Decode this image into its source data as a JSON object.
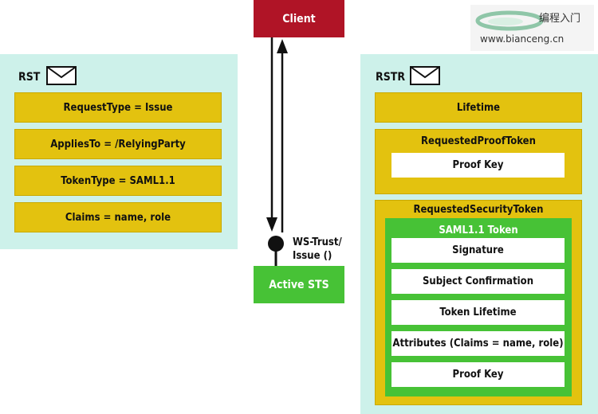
{
  "client": {
    "label": "Client"
  },
  "sts": {
    "label": "Active STS",
    "operation_line1": "WS-Trust/",
    "operation_line2": "Issue ()"
  },
  "rst": {
    "title": "RST",
    "items": [
      "RequestType = Issue",
      "AppliesTo = /RelyingParty",
      "TokenType = SAML1.1",
      "Claims = name, role"
    ]
  },
  "rstr": {
    "title": "RSTR",
    "lifetime": "Lifetime",
    "proof_token": {
      "title": "RequestedProofToken",
      "key": "Proof Key"
    },
    "security_token": {
      "title": "RequestedSecurityToken",
      "saml": {
        "title": "SAML1.1 Token",
        "items": [
          "Signature",
          "Subject Confirmation",
          "Token Lifetime",
          "Attributes (Claims = name, role)",
          "Proof Key"
        ]
      }
    }
  },
  "watermark": {
    "cn": "编程入门",
    "url": "www.bianceng.cn"
  },
  "colors": {
    "panel": "#cdf1ea",
    "yellow": "#e3c20f",
    "client": "#b01426",
    "sts": "#47c236"
  },
  "icons": {
    "envelope": "envelope-icon",
    "connector": "connector-dot-icon"
  }
}
